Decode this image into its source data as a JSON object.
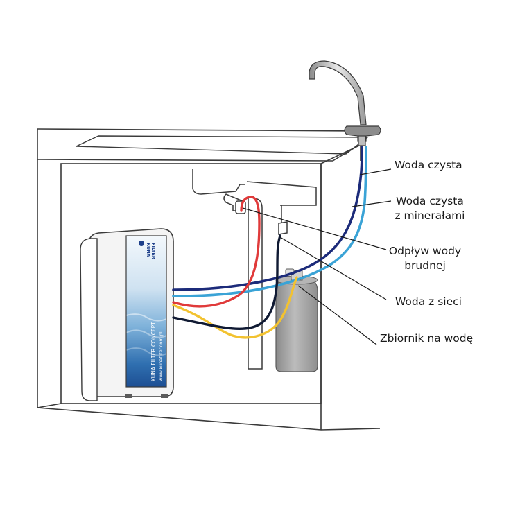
{
  "labels": {
    "woda_czysta": "Woda czysta",
    "woda_czysta_min_1": "Woda czysta",
    "woda_czysta_min_2": "z minerałami",
    "odplyw_1": "Odpływ wody",
    "odplyw_2": "brudnej",
    "woda_z_sieci": "Woda z sieci",
    "zbiornik": "Zbiornik na wodę"
  },
  "device": {
    "logo_line1": "KUNA",
    "logo_line2": "FILTER",
    "side_text": "KUNA FILTER CONCEPT",
    "side_url": "www.kunafilter.com.pl"
  },
  "colors": {
    "clean_water": "#1c2b7a",
    "mineral_water": "#3aa3d6",
    "drain": "#e03a3a",
    "mains": "#101a33",
    "tank_line": "#f2c230",
    "outline": "#3a3a3a",
    "tank": "#9d9d9d"
  }
}
